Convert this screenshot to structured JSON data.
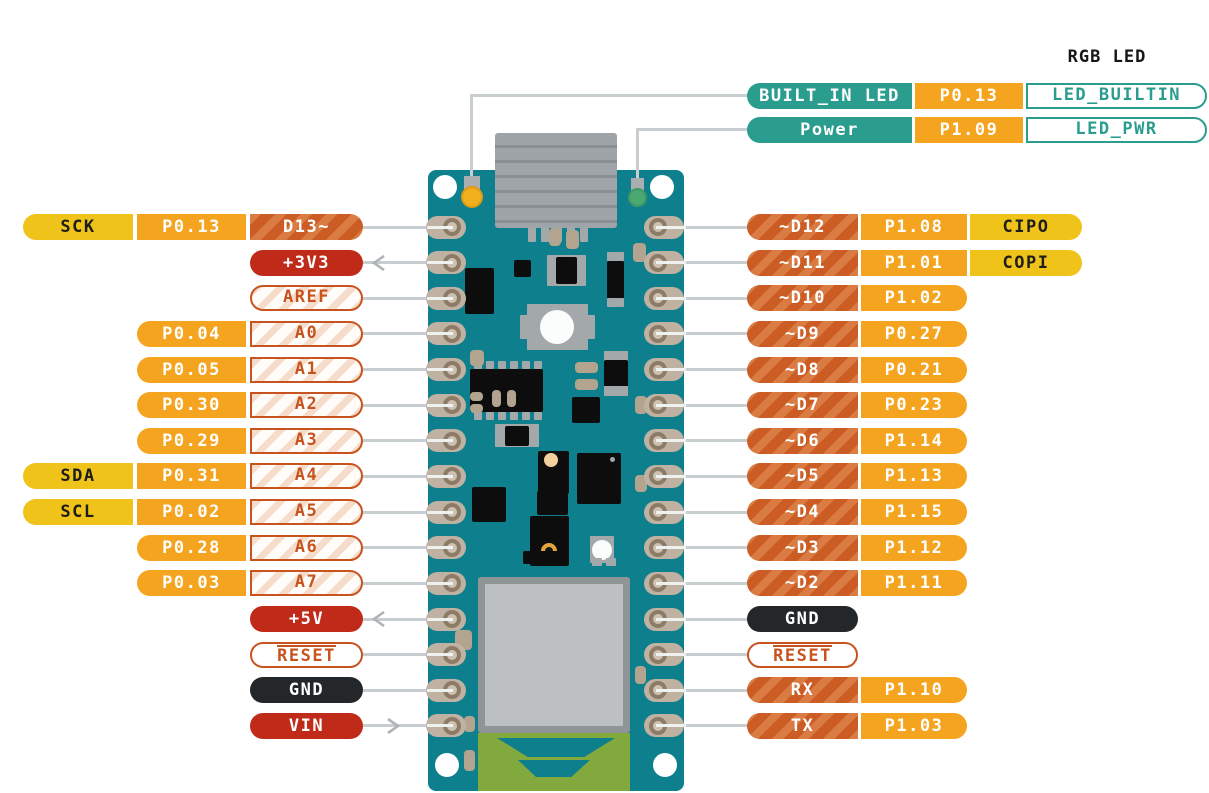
{
  "header": {
    "rgb_led_label": "RGB LED"
  },
  "palette": {
    "teal": "#2A9D8F",
    "port_orange": "#F5A41F",
    "function_yellow": "#EFC319",
    "digital_orange": "#CB5D24",
    "digital_stripe": "#D97B42",
    "analog_text_orange": "#C7531E",
    "power_red": "#C02A18",
    "gnd_black": "#23272A",
    "pcb_teal": "#0E7F8D",
    "antenna_green": "#81A93E",
    "callout_line_gray": "#C8CDD0",
    "built_in_led_color": "#F2B01E",
    "power_led_color": "#4BA873"
  },
  "led_rows": [
    {
      "function": "BUILT_IN LED",
      "port": "P0.13",
      "pin": "LED_BUILTIN"
    },
    {
      "function": "Power",
      "port": "P1.09",
      "pin": "LED_PWR"
    }
  ],
  "left_rows": [
    {
      "function": "SCK",
      "function_style": "yellow",
      "port": "P0.13",
      "pin": "D13~",
      "pin_style": "digital"
    },
    {
      "pin": "+3V3",
      "pin_style": "power",
      "arrow": "out"
    },
    {
      "pin": "AREF",
      "pin_style": "analog"
    },
    {
      "port": "P0.04",
      "pin": "A0",
      "pin_style": "analog"
    },
    {
      "port": "P0.05",
      "pin": "A1",
      "pin_style": "analog"
    },
    {
      "port": "P0.30",
      "pin": "A2",
      "pin_style": "analog"
    },
    {
      "port": "P0.29",
      "pin": "A3",
      "pin_style": "analog"
    },
    {
      "function": "SDA",
      "function_style": "yellow",
      "port": "P0.31",
      "pin": "A4",
      "pin_style": "analog"
    },
    {
      "function": "SCL",
      "function_style": "yellow",
      "port": "P0.02",
      "pin": "A5",
      "pin_style": "analog"
    },
    {
      "port": "P0.28",
      "pin": "A6",
      "pin_style": "analog"
    },
    {
      "port": "P0.03",
      "pin": "A7",
      "pin_style": "analog"
    },
    {
      "pin": "+5V",
      "pin_style": "power",
      "arrow": "out"
    },
    {
      "pin": "RESET",
      "pin_style": "reset",
      "overline": true
    },
    {
      "pin": "GND",
      "pin_style": "gnd"
    },
    {
      "pin": "VIN",
      "pin_style": "power",
      "arrow": "in"
    }
  ],
  "right_rows": [
    {
      "pin": "~D12",
      "pin_style": "digital",
      "port": "P1.08",
      "function": "CIPO",
      "function_style": "yellow"
    },
    {
      "pin": "~D11",
      "pin_style": "digital",
      "port": "P1.01",
      "function": "COPI",
      "function_style": "yellow"
    },
    {
      "pin": "~D10",
      "pin_style": "digital",
      "port": "P1.02"
    },
    {
      "pin": "~D9",
      "pin_style": "digital",
      "port": "P0.27"
    },
    {
      "pin": "~D8",
      "pin_style": "digital",
      "port": "P0.21"
    },
    {
      "pin": "~D7",
      "pin_style": "digital",
      "port": "P0.23"
    },
    {
      "pin": "~D6",
      "pin_style": "digital",
      "port": "P1.14"
    },
    {
      "pin": "~D5",
      "pin_style": "digital",
      "port": "P1.13"
    },
    {
      "pin": "~D4",
      "pin_style": "digital",
      "port": "P1.15"
    },
    {
      "pin": "~D3",
      "pin_style": "digital",
      "port": "P1.12"
    },
    {
      "pin": "~D2",
      "pin_style": "digital",
      "port": "P1.11"
    },
    {
      "pin": "GND",
      "pin_style": "gnd"
    },
    {
      "pin": "RESET",
      "pin_style": "reset",
      "overline": true
    },
    {
      "pin": "RX",
      "pin_style": "digital",
      "port": "P1.10"
    },
    {
      "pin": "TX",
      "pin_style": "digital",
      "port": "P1.03"
    }
  ]
}
